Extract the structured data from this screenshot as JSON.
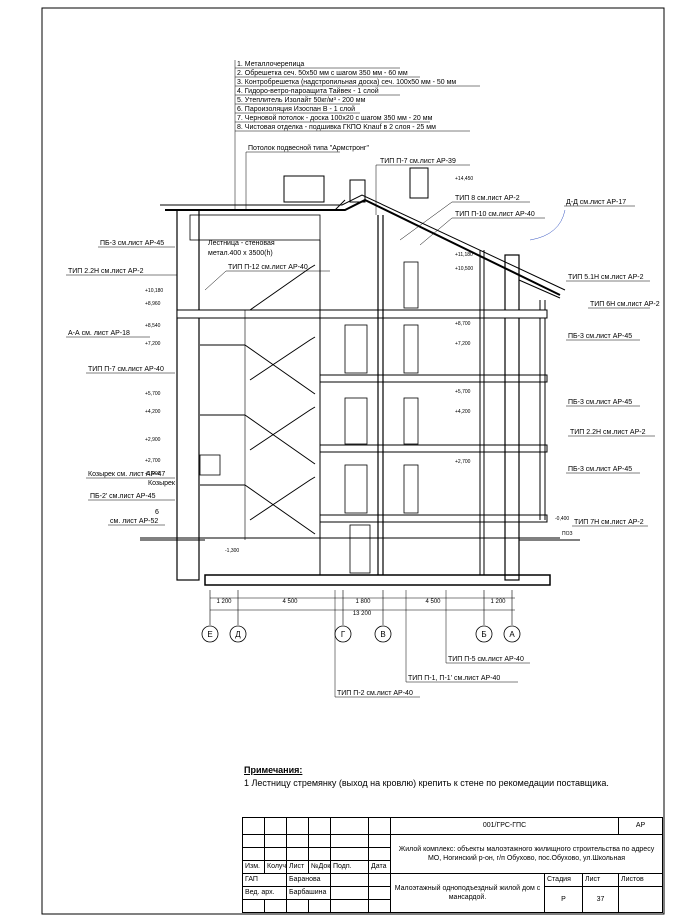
{
  "layers": [
    "1. Металлочерепица",
    "2. Обрешетка сеч. 50х50 мм с шагом 350 мм - 60 мм",
    "3. Контробрешетка (надстропильная доска) сеч. 100х50 мм - 50 мм",
    "4. Гидоро-ветро-пароащита Тайвек - 1 слой",
    "5. Утеплитель Изолайт 50кг/м³ - 200 мм",
    "6. Пароизоляция Изоспан В - 1 слой",
    "7. Черновой потолок - доска 100х20 с шагом 350 мм - 20 мм",
    "8. Чистовая отделка - подшивка ГКПО Knauf в 2 слоя - 25 мм"
  ],
  "callouts": {
    "ceiling": "Потолок подвесной типа \"Армстронг\"",
    "p7_top": "ТИП П-7 см.лист АР-39",
    "t8": "ТИП 8 см.лист АР-2",
    "p10": "ТИП П-10 см.лист АР-40",
    "dd": "Д-Д см.лист АР-17",
    "pb3_left": "ПБ-3 см.лист АР-45",
    "stair": "Лестница - стеновая",
    "stair2": "метал.400 х 3500(h)",
    "p12": "ТИП П-12 см.лист АР-40",
    "t22n_left": "ТИП 2.2Н см.лист АР-2",
    "t51n": "ТИП 5.1Н см.лист АР-2",
    "t6n": "ТИП 6Н см.лист АР-2",
    "aa": "А-А см. лист АР-18",
    "pb3_r1": "ПБ-3 см.лист АР-45",
    "p7_left": "ТИП П-7 см.лист АР-40",
    "pb3_r2": "ПБ-3 см.лист АР-45",
    "t22n_right": "ТИП 2.2Н см.лист АР-2",
    "kozyrek": "Козырек см. лист АР-47",
    "kozyrek2": "Козырек",
    "pb3_r3": "ПБ-3 см.лист АР-45",
    "pb2": "ПБ-2' см.лист АР-45",
    "six": "6",
    "ar52": "см. лист АР-52",
    "t7n": "ТИП 7Н см.лист АР-2",
    "p5": "ТИП П-5 см.лист АР-40",
    "p1": "ТИП П-1, П-1' см.лист АР-40",
    "p2": "ТИП П-2 см.лист АР-40",
    "pos": "ПОЗ"
  },
  "levels_left": [
    "+10,180",
    "+8,960",
    "+8,540",
    "+7,200",
    "+5,700",
    "+4,200",
    "+2,900",
    "+2,700",
    "+1,900"
  ],
  "levels_right": [
    "+14,450",
    "+11,180",
    "+10,500",
    "+8,700",
    "+7,200",
    "+5,700",
    "+4,200",
    "+2,700",
    "-0,400",
    "-1,300"
  ],
  "dims": [
    "1 200",
    "4 500",
    "1 800",
    "4 500",
    "1 200",
    "13 200"
  ],
  "axes": [
    "Е",
    "Д",
    "Г",
    "В",
    "Б",
    "А"
  ],
  "notes": {
    "title": "Примечания:",
    "text": "1 Лестницу стремянку (выход на кровлю) крепить к стене по рекомедации поставщика."
  },
  "stamp": {
    "code": "001/ГРС-ГПС",
    "section": "АР",
    "project": "Жилой комплекс: объекты малоэтажного жилищного строительства по адресу МО, Ногинский р-он, г/п Обухово, пос.Обухово, ул.Школьная",
    "h_izm": "Изм.",
    "h_kol": "Колуч.",
    "h_list": "Лист",
    "h_doc": "№Док.",
    "h_sign": "Подп.",
    "h_date": "Дата",
    "r1_role": "ГАП",
    "r1_name": "Баранова",
    "r2_role": "Вед. арх.",
    "r2_name": "Барбашина",
    "sheet_title": "Малоэтажный одноподъездный жилой дом с мансардой.",
    "h_stage": "Стадия",
    "h_sheet": "Лист",
    "h_sheets": "Листов",
    "stage": "Р",
    "sheet": "37",
    "sheets": ""
  }
}
